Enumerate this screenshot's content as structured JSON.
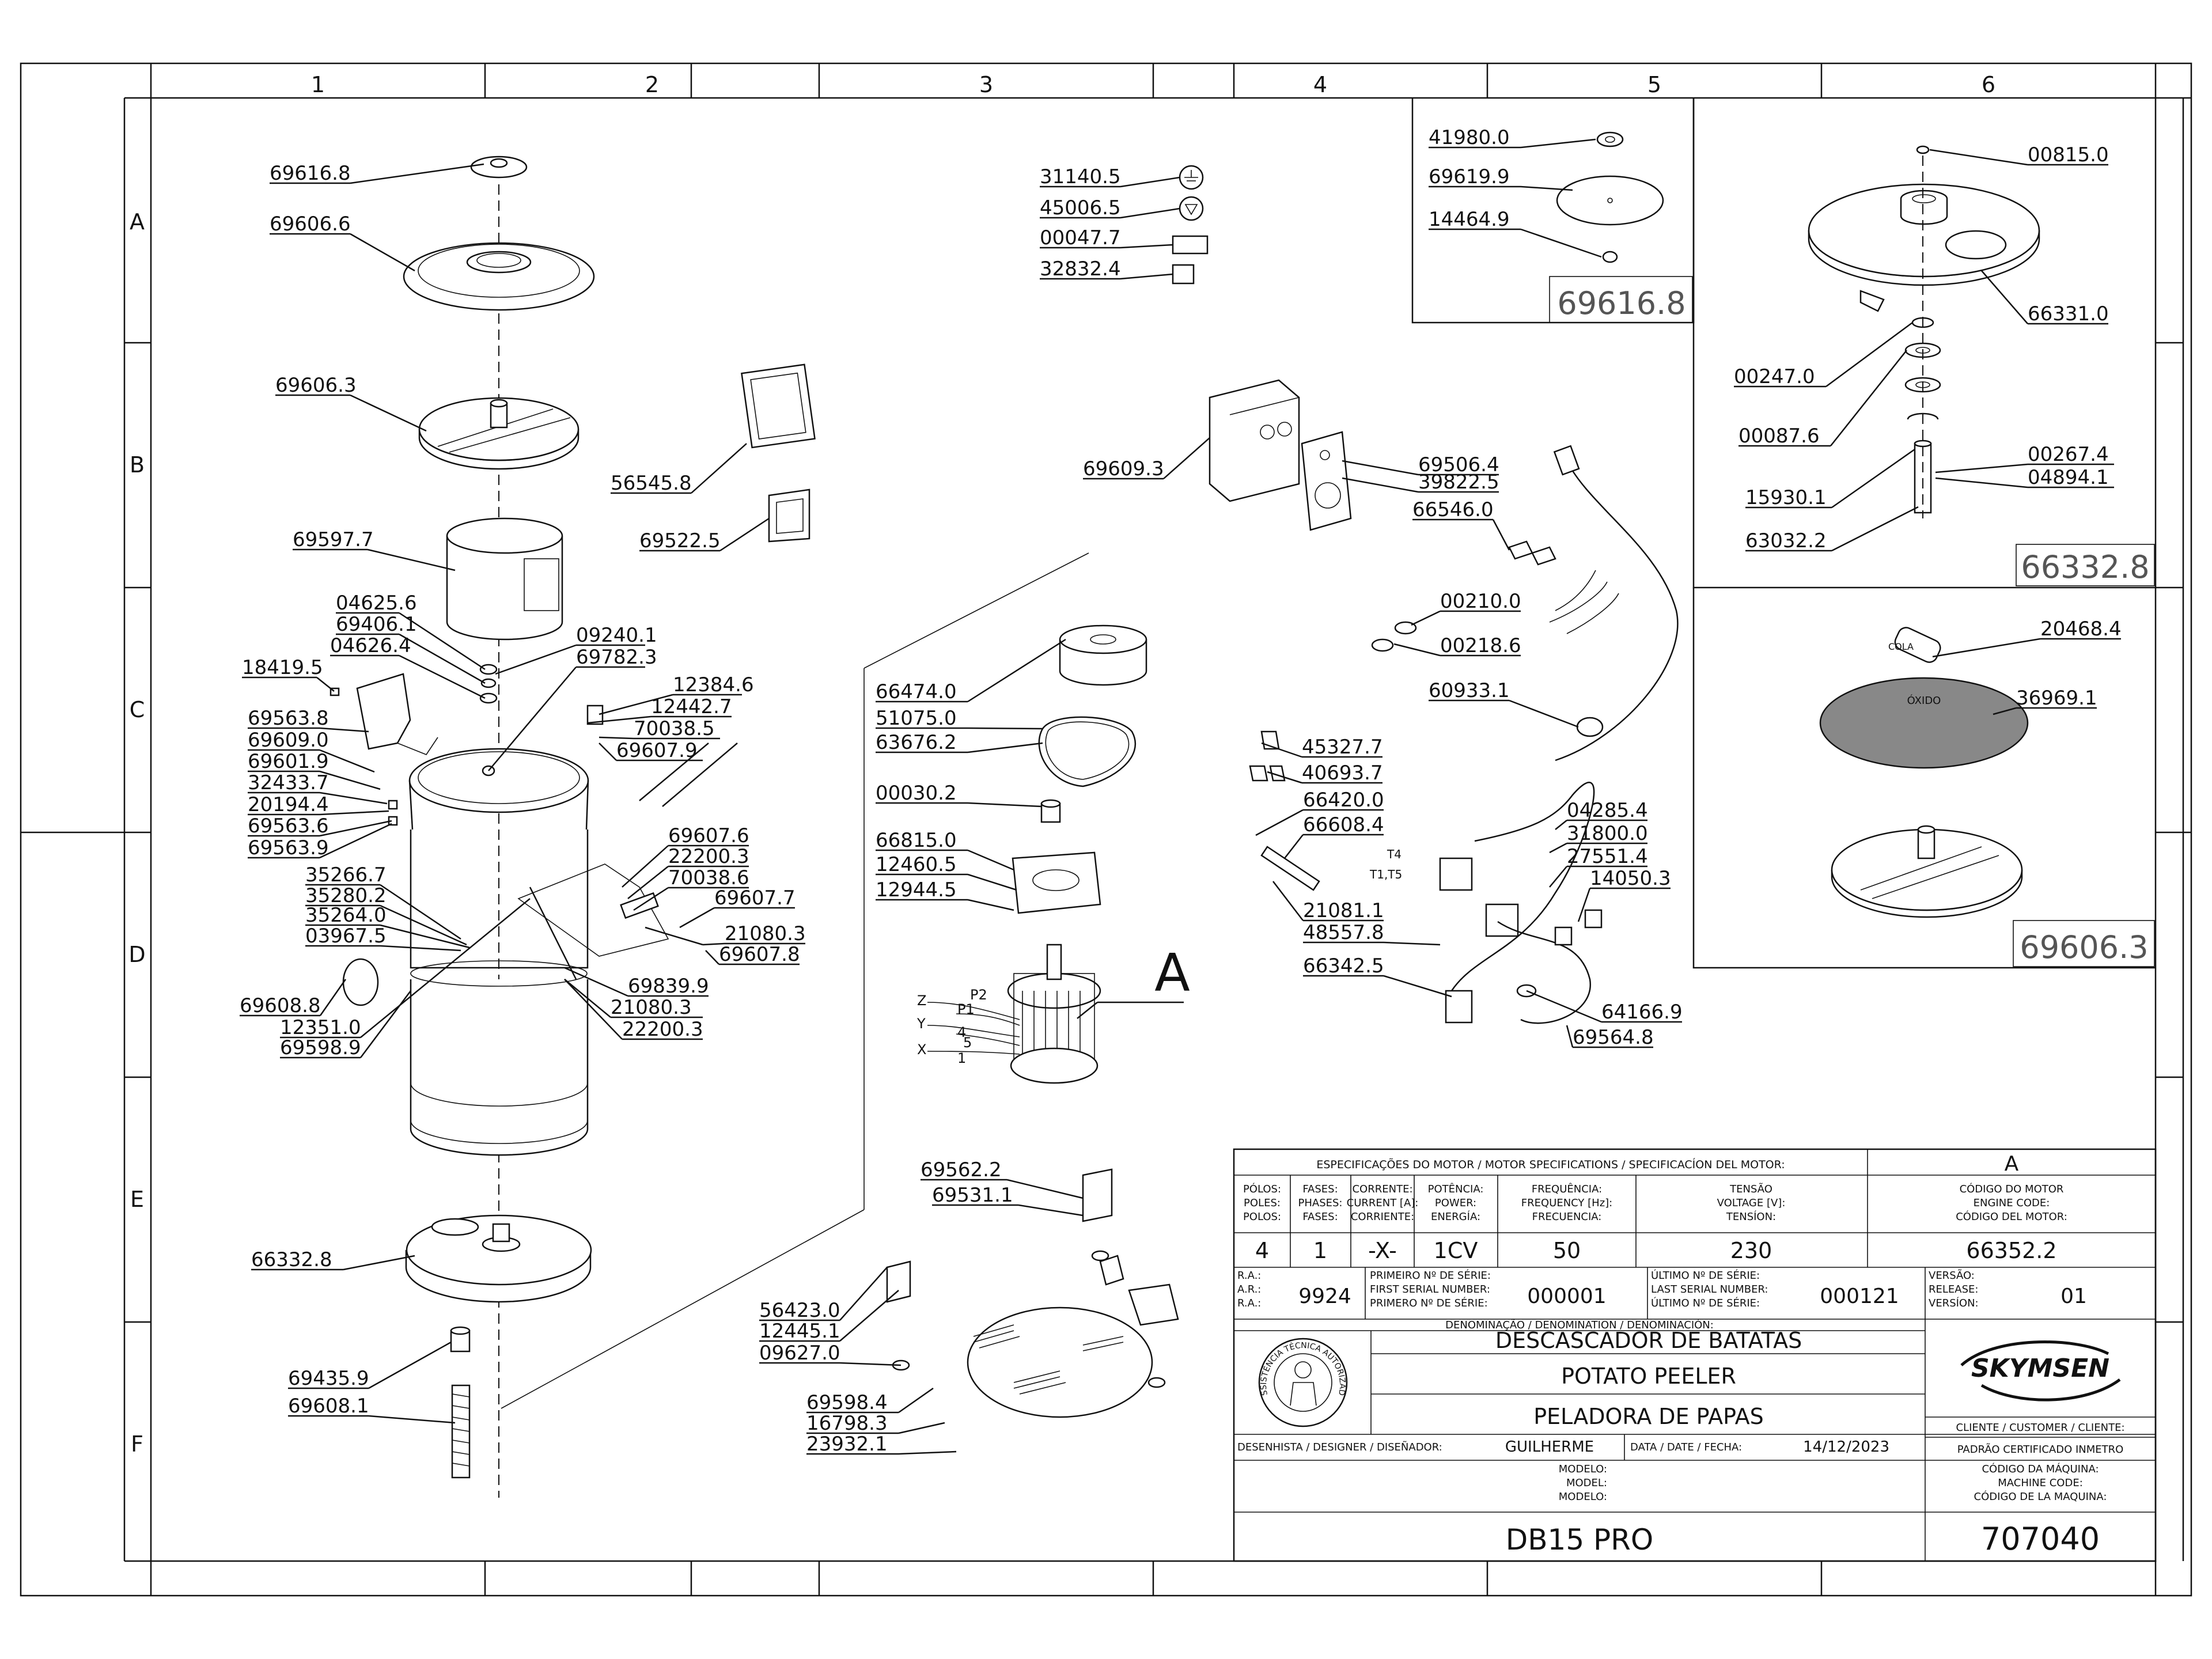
{
  "zones": {
    "columns": [
      "1",
      "2",
      "3",
      "4",
      "5",
      "6"
    ],
    "rows": [
      "A",
      "B",
      "C",
      "D",
      "E",
      "F"
    ]
  },
  "parts": [
    "69616.8",
    "69606.6",
    "69606.3",
    "69597.7",
    "04625.6",
    "69406.1",
    "04626.4",
    "18419.5",
    "69563.8",
    "69609.0",
    "69601.9",
    "32433.7",
    "20194.4",
    "69563.6",
    "69563.9",
    "09240.1",
    "69782.3",
    "12384.6",
    "12442.7",
    "70038.5",
    "69607.9",
    "69607.6",
    "22200.3",
    "70038.6",
    "69607.7",
    "35266.7",
    "35280.2",
    "35264.0",
    "03967.5",
    "21080.3",
    "69607.8",
    "69608.8",
    "12351.0",
    "69598.9",
    "69839.9",
    "21080.3",
    "22200.3",
    "66332.8",
    "69435.9",
    "69608.1",
    "56545.8",
    "69522.5",
    "31140.5",
    "45006.5",
    "00047.7",
    "32832.4",
    "66474.0",
    "51075.0",
    "63676.2",
    "00030.2",
    "66815.0",
    "12460.5",
    "12944.5",
    "69562.2",
    "69531.1",
    "56423.0",
    "12445.1",
    "09627.0",
    "69598.4",
    "16798.3",
    "23932.1",
    "69609.3",
    "69506.4",
    "39822.5",
    "66546.0",
    "00210.0",
    "00218.6",
    "60933.1",
    "45327.7",
    "40693.7",
    "66420.0",
    "66608.4",
    "21081.1",
    "48557.8",
    "66342.5",
    "04285.4",
    "31800.0",
    "27551.4",
    "14050.3",
    "64166.9",
    "69564.8",
    "41980.0",
    "69619.9",
    "14464.9",
    "00815.0",
    "66331.0",
    "00247.0",
    "00087.6",
    "00267.4",
    "04894.1",
    "15930.1",
    "63032.2",
    "20468.4",
    "36969.1"
  ],
  "detail_boxes": [
    "69616.8",
    "66332.8",
    "69606.3"
  ],
  "detail_letter": "A",
  "motor_wiring": [
    "Z",
    "Y",
    "X",
    "P2",
    "P1",
    "4",
    "5",
    "1"
  ],
  "terminal_labels": [
    "T4",
    "T1,T5"
  ],
  "part_tags": [
    "COLA",
    "ÓXIDO"
  ],
  "title_block": {
    "motor_spec_header": "ESPECIFICAÇÕES DO MOTOR / MOTOR SPECIFICATIONS / SPECIFICACÍON DEL MOTOR:",
    "version_letter": "A",
    "headers": {
      "poles": [
        "PÓLOS:",
        "POLES:",
        "POLOS:"
      ],
      "phases": [
        "FASES:",
        "PHASES:",
        "FASES:"
      ],
      "current": [
        "CORRENTE:",
        "CURRENT [A]:",
        "CORRIENTE:"
      ],
      "power": [
        "POTÊNCIA:",
        "POWER:",
        "ENERGÍA:"
      ],
      "frequency": [
        "FREQUÊNCIA:",
        "FREQUENCY [Hz]:",
        "FRECUENCIA:"
      ],
      "voltage": [
        "TENSÃO",
        "VOLTAGE [V]:",
        "TENSÍON:"
      ],
      "motor_code": [
        "CÓDIGO DO MOTOR",
        "ENGINE CODE:",
        "CÓDIGO DEL MOTOR:"
      ]
    },
    "values": {
      "poles": "4",
      "phases": "1",
      "current": "-X-",
      "power": "1CV",
      "frequency": "50",
      "voltage": "230",
      "motor_code": "66352.2"
    },
    "ra_labels": [
      "R.A.:",
      "A.R.:",
      "R.A.:"
    ],
    "ra_value": "9924",
    "first_serial_labels": [
      "PRIMEIRO Nº DE SÉRIE:",
      "FIRST SERIAL NUMBER:",
      "PRIMERO Nº DE SÉRIE:"
    ],
    "first_serial": "000001",
    "last_serial_labels": [
      "ÚLTIMO Nº DE SÉRIE:",
      "LAST SERIAL NUMBER:",
      "ÚLTIMO Nº DE SÉRIE:"
    ],
    "last_serial": "000121",
    "version_labels": [
      "VERSÃO:",
      "RELEASE:",
      "VERSÍON:"
    ],
    "version_value": "01",
    "denomination_header": "DENOMINAÇÃO / DENOMINATION / DENOMINACIÓN:",
    "names": [
      "DESCASCADOR DE BATATAS",
      "POTATO PEELER",
      "PELADORA DE PAPAS"
    ],
    "stamp_text": "ASSISTÊNCIA TÉCNICA AUTORIZADA",
    "brand": "SKYMSEN",
    "client_label": "CLIENTE / CUSTOMER / CLIENTE:",
    "client_value": "PADRÃO CERTIFICADO INMETRO",
    "designer_label": "DESENHISTA / DESIGNER / DISEÑADOR:",
    "designer": "GUILHERME",
    "date_label": "DATA / DATE / FECHA:",
    "date": "14/12/2023",
    "model_labels": [
      "MODELO:",
      "MODEL:",
      "MODELO:"
    ],
    "model": "DB15 PRO",
    "machine_code_labels": [
      "CÓDIGO DA MÁQUINA:",
      "MACHINE CODE:",
      "CÓDIGO DE LA MAQUINA:"
    ],
    "machine_code": "707040"
  }
}
